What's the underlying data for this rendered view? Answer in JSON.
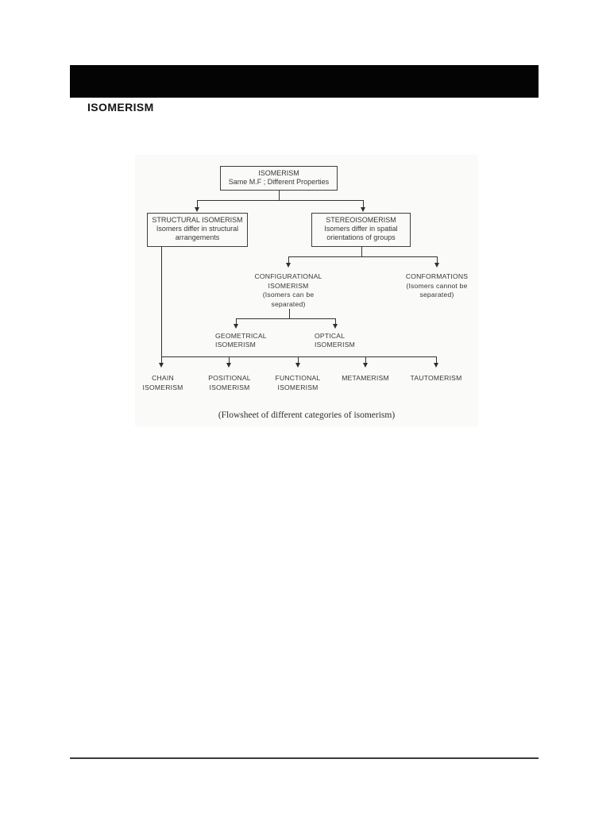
{
  "page": {
    "heading": "ISOMERISM",
    "caption": "(Flowsheet of different categories of isomerism)"
  },
  "colors": {
    "header_bar": "#040404",
    "connector_line": "#333333",
    "scan_background": "#fafaf8",
    "text": "#383838"
  },
  "flowchart": {
    "root": "ISOMERISM\nSame M.F ; Different Properties",
    "structural": "STRUCTURAL ISOMERISM\nIsomers differ in structural\narrangements",
    "stereo": "STEREOISOMERISM\nIsomers differ in spatial\norientations of groups",
    "configurational": "CONFIGURATIONAL\nISOMERISM\n(Isomers can be\nseparated)",
    "conformations": "CONFORMATIONS\n(Isomers cannot be\nseparated)",
    "geometrical": "GEOMETRICAL\nISOMERISM",
    "optical": "OPTICAL\nISOMERISM",
    "chain": "CHAIN\nISOMERISM",
    "positional": "POSITIONAL\nISOMERISM",
    "functional": "FUNCTIONAL\nISOMERISM",
    "metamerism": "METAMERISM",
    "tautomerism": "TAUTOMERISM"
  }
}
